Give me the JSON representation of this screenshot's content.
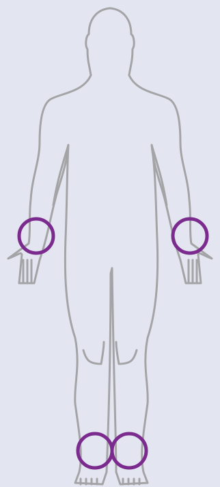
{
  "diagram": {
    "background_color": "#E3E6F1",
    "outline_color": "#A4A4A6",
    "highlight_color": "#7B2B8E",
    "highlighted_regions": [
      {
        "id": "left-wrist",
        "label": ""
      },
      {
        "id": "right-wrist",
        "label": ""
      },
      {
        "id": "left-ankle",
        "label": ""
      },
      {
        "id": "right-ankle",
        "label": ""
      }
    ]
  }
}
